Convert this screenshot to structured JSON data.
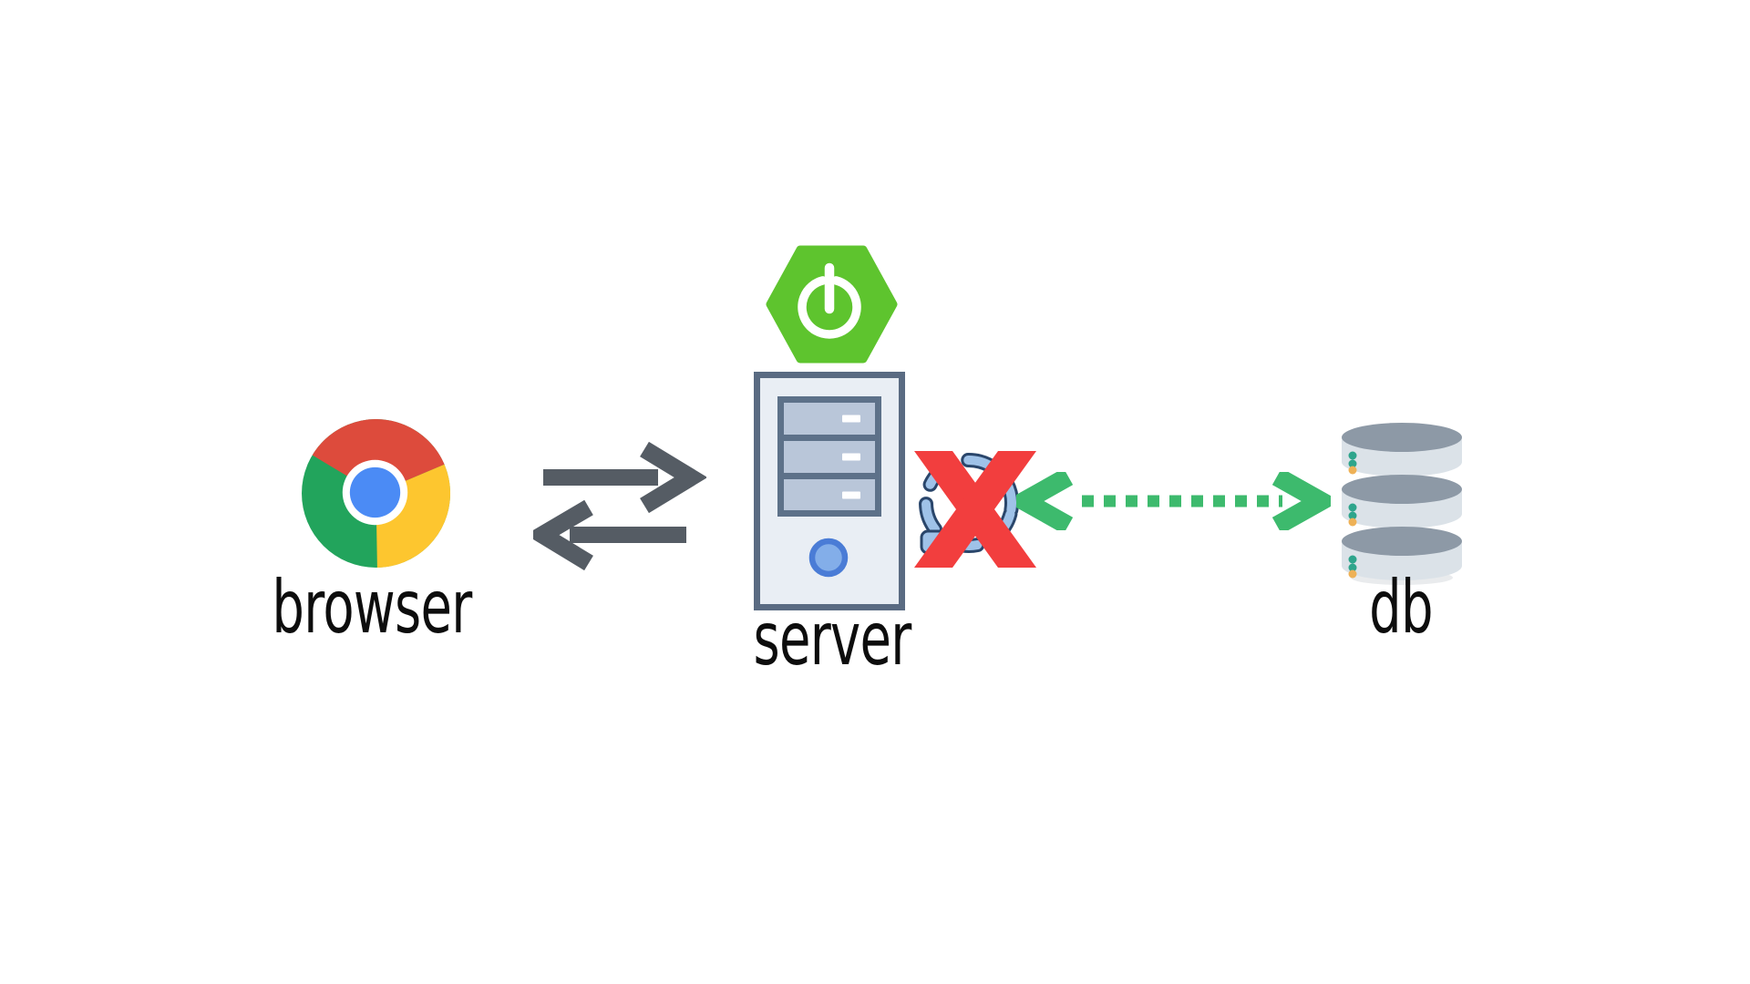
{
  "diagram": {
    "description": "Architecture diagram: browser communicates with Spring Boot server; server connection to database is blocked",
    "nodes": {
      "browser": {
        "label": "browser",
        "icon": "chrome-browser-icon"
      },
      "server": {
        "label": "server",
        "icons": [
          "spring-boot-icon",
          "server-tower-icon"
        ]
      },
      "db": {
        "label": "db",
        "icon": "database-stack-icon"
      }
    },
    "edges": [
      {
        "from": "browser",
        "to": "server",
        "direction": "bidirectional",
        "style": "solid-double-arrows"
      },
      {
        "from": "server",
        "to": "db",
        "direction": "bidirectional",
        "style": "dotted-double-arrow",
        "status": "blocked",
        "blocked_marker": "X"
      }
    ]
  },
  "colors": {
    "page-bg": "#ffffff",
    "label-color": "#0d0d0d",
    "chrome-red": "#dd4b3c",
    "chrome-green": "#22a45c",
    "chrome-yellow": "#fdc62f",
    "chrome-blue": "#4b8bf5",
    "arrow-gray": "#555c64",
    "spring-green": "#5ec42e",
    "server-border": "#5a6b82",
    "server-fill": "#e9eef4",
    "bay-border": "#5d7189",
    "bay-fill": "#b9c6d9",
    "slot-white": "#ffffff",
    "power-ring": "#4a7cd6",
    "power-fill": "#83aee9",
    "x-red": "#f23e3e",
    "sync-blue": "#9fc2e8",
    "sync-outline": "#2a466b",
    "dotted-green": "#3dba6d",
    "db-top": "#8d99a6",
    "db-body": "#dbe2e8",
    "db-dot-teal": "#2ea58c",
    "db-dot-amber": "#eeb156",
    "db-shadow": "#e9ebed"
  }
}
